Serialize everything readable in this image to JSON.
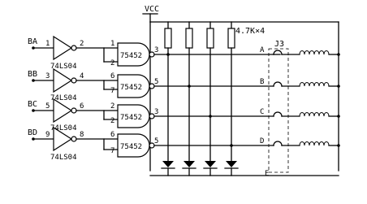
{
  "power": {
    "label": "VCC"
  },
  "resistor_bank": {
    "label": "4.7K×4"
  },
  "connector": {
    "label": "J3"
  },
  "inverter_part": "74LS04",
  "driver_part": "75452",
  "channels": [
    {
      "input": "BA",
      "inv_in": "1",
      "inv_out": "2",
      "drv_in1": "1",
      "drv_in2": "2",
      "drv_out": "3",
      "conn": "A"
    },
    {
      "input": "BB",
      "inv_in": "3",
      "inv_out": "4",
      "drv_in1": "6",
      "drv_in2": "7",
      "drv_out": "5",
      "conn": "B"
    },
    {
      "input": "BC",
      "inv_in": "5",
      "inv_out": "6",
      "drv_in1": "2",
      "drv_in2": "2",
      "drv_out": "3",
      "conn": "C"
    },
    {
      "input": "BD",
      "inv_in": "9",
      "inv_out": "8",
      "drv_in1": "6",
      "drv_in2": "7",
      "drv_out": "5",
      "conn": "D"
    }
  ],
  "connector_common_pin": "E"
}
